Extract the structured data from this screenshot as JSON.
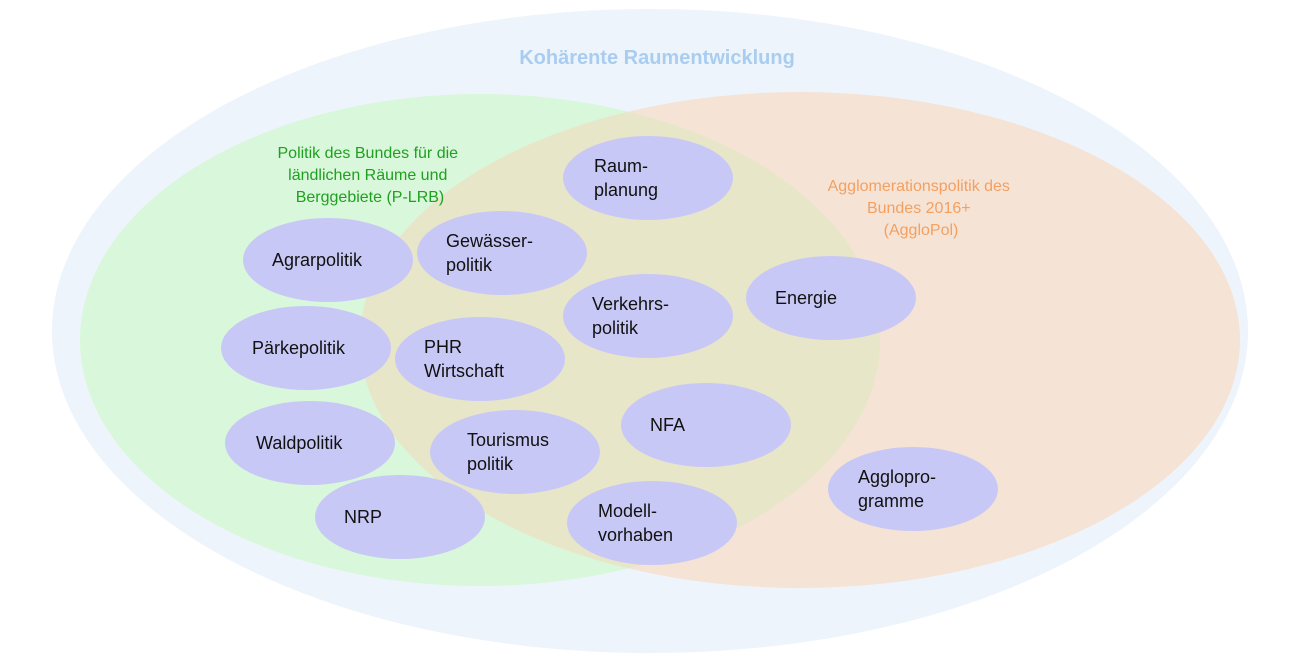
{
  "title": "Kohärente Raumentwicklung",
  "groups": {
    "rural": {
      "label_lines": [
        "Politik des Bundes für die",
        "ländlichen Räume und",
        "Berggebiete (P-LRB)"
      ]
    },
    "agglo": {
      "label_lines": [
        "Agglomerationspolitik des",
        "Bundes  2016+",
        "(AggloPol)"
      ]
    }
  },
  "nodes": [
    {
      "id": "raumplanung",
      "lines": [
        "Raum-",
        "planung"
      ]
    },
    {
      "id": "agrarpolitik",
      "lines": [
        "Agrarpolitik"
      ]
    },
    {
      "id": "gewaesserpolitik",
      "lines": [
        "Gewässer-",
        "politik"
      ]
    },
    {
      "id": "verkehrspolitik",
      "lines": [
        "Verkehrs-",
        "politik"
      ]
    },
    {
      "id": "energie",
      "lines": [
        "Energie"
      ]
    },
    {
      "id": "paerkepolitik",
      "lines": [
        "Pärkepolitik"
      ]
    },
    {
      "id": "phr-wirtschaft",
      "lines": [
        "PHR",
        "Wirtschaft"
      ]
    },
    {
      "id": "nfa",
      "lines": [
        "NFA"
      ]
    },
    {
      "id": "waldpolitik",
      "lines": [
        "Waldpolitik"
      ]
    },
    {
      "id": "tourismuspolitik",
      "lines": [
        "Tourismus",
        "politik"
      ]
    },
    {
      "id": "agglo-programme",
      "lines": [
        "Agglopro-",
        "gramme"
      ]
    },
    {
      "id": "nrp",
      "lines": [
        "NRP"
      ]
    },
    {
      "id": "modellvorhaben",
      "lines": [
        "Modell-",
        "vorhaben"
      ]
    }
  ],
  "colors": {
    "outer_fill": "#eef4fc",
    "title_text": "#a9cdf0",
    "rural_fill": "#d9f7da",
    "agglo_fill": "#f5e3d6",
    "overlap_fill": "#e8e6c8",
    "rural_text": "#20a020",
    "agglo_text": "#f4a060",
    "node_fill": "#c8c8f6",
    "node_text": "#111111"
  }
}
